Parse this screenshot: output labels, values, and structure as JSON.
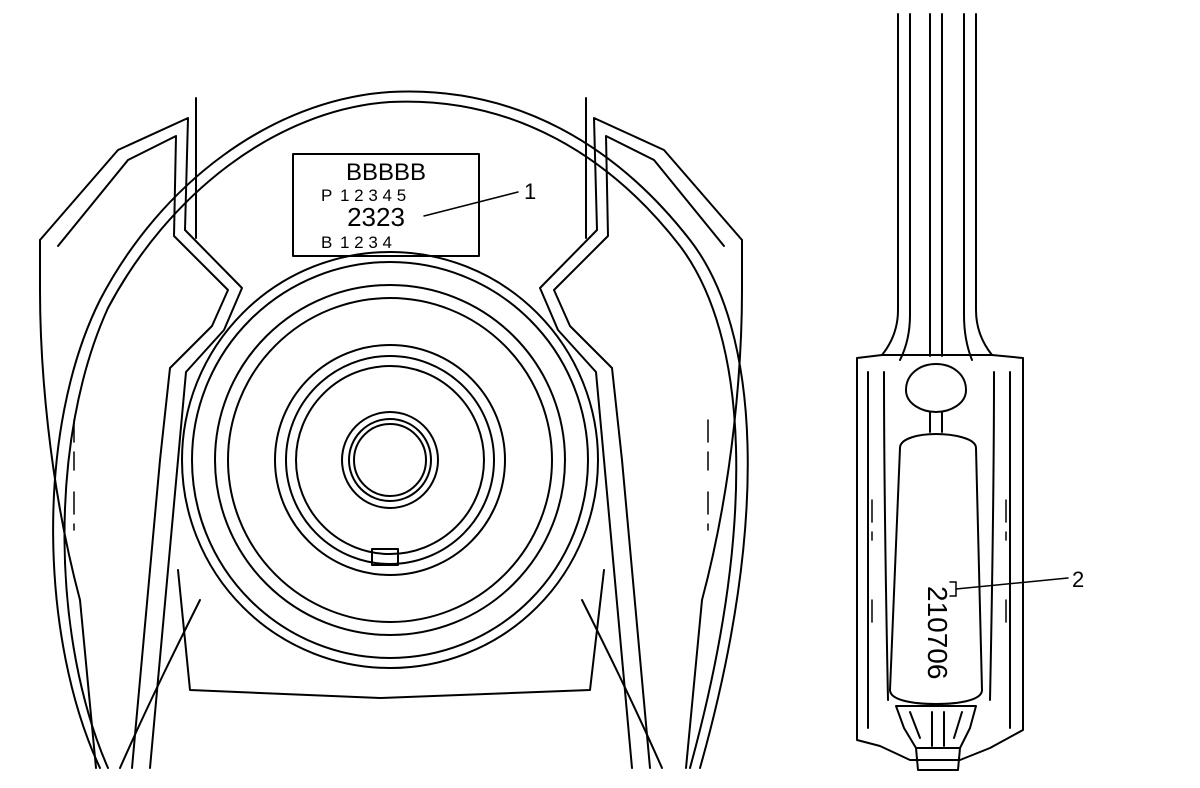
{
  "label_box": {
    "top_code": "BBBBB",
    "row_p_prefix": "P",
    "row_p_digits": "1 2 3 4 5",
    "main_code": "2323",
    "row_b_prefix": "B",
    "row_b_digits": "1 2 3 4"
  },
  "shaft": {
    "stamp_code": "210706"
  },
  "callouts": [
    {
      "number": "1"
    },
    {
      "number": "2"
    }
  ]
}
